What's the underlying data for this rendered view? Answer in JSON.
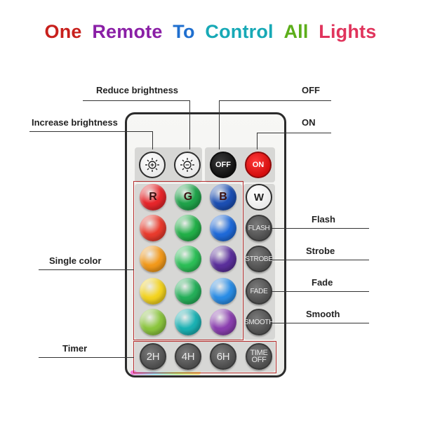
{
  "title": {
    "words": [
      {
        "text": "One",
        "color": "#c8201c"
      },
      {
        "text": "Remote",
        "color": "#8a1fa6"
      },
      {
        "text": "To",
        "color": "#1f6fcf"
      },
      {
        "text": "Control",
        "color": "#17a9b6"
      },
      {
        "text": "All",
        "color": "#5cae1a"
      },
      {
        "text": "Lights",
        "color": "#e0345c"
      }
    ]
  },
  "labels": {
    "reduce_brightness": "Reduce brightness",
    "increase_brightness": "Increase brightness",
    "off": "OFF",
    "on": "ON",
    "flash": "Flash",
    "strobe": "Strobe",
    "fade": "Fade",
    "smooth": "Smooth",
    "single_color": "Single color",
    "timer": "Timer"
  },
  "buttons": {
    "off": "OFF",
    "on": "ON",
    "red": "R",
    "green": "G",
    "blue": "B",
    "white": "W",
    "flash": "FLASH",
    "strobe": "STROBE",
    "fade": "FADE",
    "smooth": "SMOOTH",
    "timer_2h": "2H",
    "timer_4h": "4H",
    "timer_6h": "6H",
    "timer_off_line1": "TIME",
    "timer_off_line2": "OFF"
  },
  "icons": {
    "increase_brightness": "sun-plus-icon",
    "reduce_brightness": "sun-minus-icon"
  },
  "colors": {
    "row1": [
      "#e8262b",
      "#1fa34a",
      "#1c4fb4"
    ],
    "row2": [
      "#ea3b2d",
      "#22b048",
      "#1f6ad9"
    ],
    "row3": [
      "#f39a1b",
      "#2cbf57",
      "#5b2f9c"
    ],
    "row4": [
      "#f4d41f",
      "#25b05a",
      "#2a8de6"
    ],
    "row5": [
      "#8cc63e",
      "#1bb2b4",
      "#8b3fb0"
    ]
  }
}
